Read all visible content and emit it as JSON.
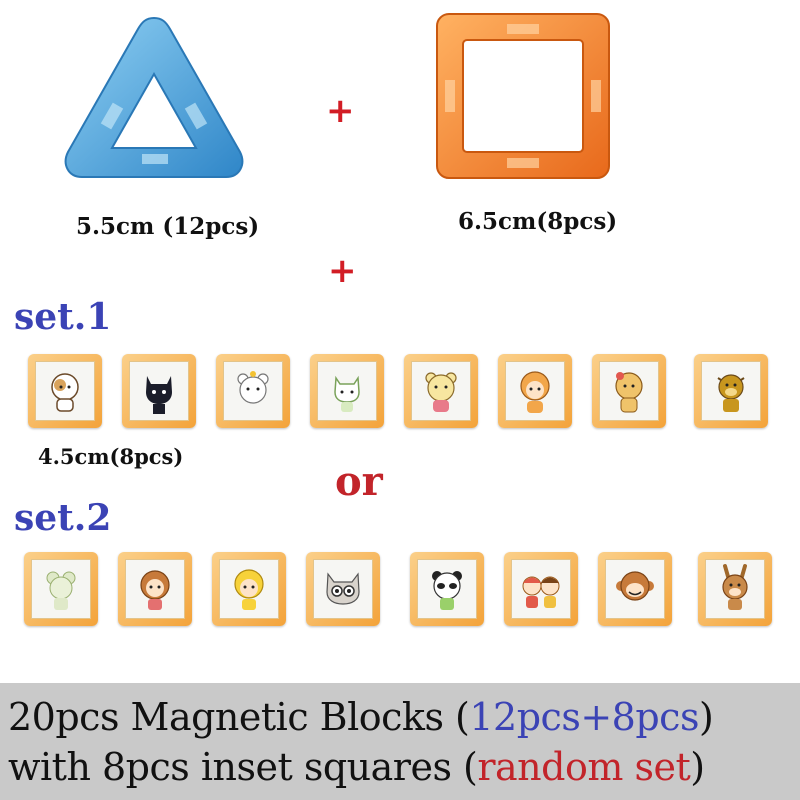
{
  "pieces": {
    "triangle": {
      "label": "5.5cm (12pcs)",
      "color": "#3d97d6"
    },
    "square": {
      "label": "6.5cm(8pcs)",
      "color": "#f07e2a"
    },
    "plus_symbol": "+"
  },
  "sets": {
    "set1": {
      "title": "set.1",
      "tile_label": "4.5cm(8pcs)",
      "animals": [
        "cat-icon",
        "black-cat-icon",
        "bear-icon",
        "kitten-icon",
        "teddy-bear-icon",
        "tiger-kid-icon",
        "puppy-icon",
        "cow-icon"
      ]
    },
    "or_word": "or",
    "set2": {
      "title": "set.2",
      "animals": [
        "mouse-icon",
        "monkey-kid-icon",
        "chick-kid-icon",
        "raccoon-cat-icon",
        "panda-icon",
        "kids-pair-icon",
        "monkey-icon",
        "donkey-icon"
      ]
    }
  },
  "banner": {
    "line1_prefix": "20pcs Magnetic Blocks (",
    "line1_highlight": "12pcs+8pcs",
    "line1_suffix": ")",
    "line2_prefix": "with 8pcs inset squares (",
    "line2_highlight": "random set",
    "line2_suffix": ")"
  },
  "colors": {
    "accent_blue": "#3b43b5",
    "accent_red": "#c2242a",
    "tile_frame": "#f3a33a",
    "banner_bg": "#c9c9c9"
  }
}
